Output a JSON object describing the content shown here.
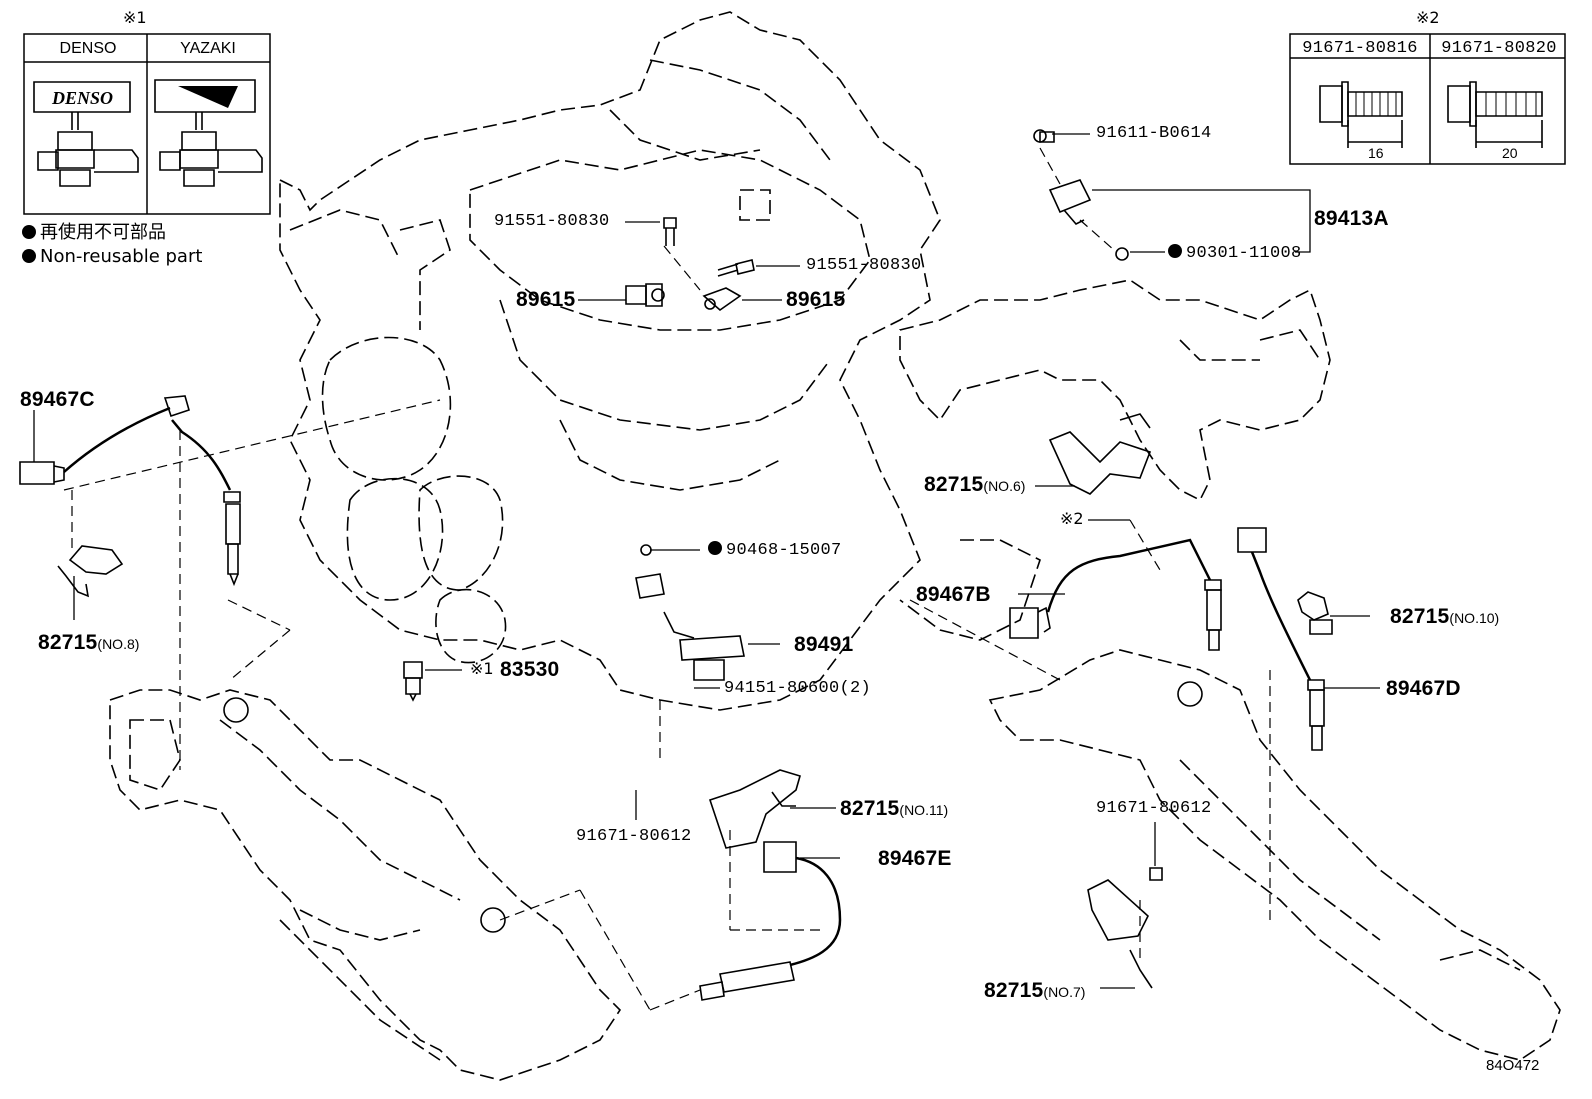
{
  "note1": {
    "mark": "※1",
    "headers": [
      "DENSO",
      "YAZAKI"
    ],
    "logo_text": "DENSO"
  },
  "note2": {
    "mark": "※2",
    "headers": [
      "91671-80816",
      "91671-80820"
    ],
    "dims": [
      "16",
      "20"
    ]
  },
  "legend": {
    "items": [
      "再使用不可部品",
      "Non-reusable part"
    ]
  },
  "labels": {
    "p91611_B0614": "91611-B0614",
    "p89413A": "89413A",
    "p90301_11008": "90301-11008",
    "p91551_80830_a": "91551-80830",
    "p91551_80830_b": "91551-80830",
    "p89615_a": "89615",
    "p89615_b": "89615",
    "p89467C": "89467C",
    "p82715_no6": "82715",
    "no6": "(NO.6)",
    "mark2_bolt": "※2",
    "p90468_15007": "90468-15007",
    "p89467B": "89467B",
    "p82715_no8": "82715",
    "no8": "(NO.8)",
    "p89491": "89491",
    "mark1_sensor": "※1",
    "p83530": "83530",
    "p94151_80600": "94151-80600(2)",
    "p82715_no10": "82715",
    "no10": "(NO.10)",
    "p89467D": "89467D",
    "p91671_80612_a": "91671-80612",
    "p82715_no11": "82715",
    "no11": "(NO.11)",
    "p89467E": "89467E",
    "p91671_80612_b": "91671-80612",
    "p82715_no7": "82715",
    "no7": "(NO.7)",
    "fig_id": "84O472"
  }
}
